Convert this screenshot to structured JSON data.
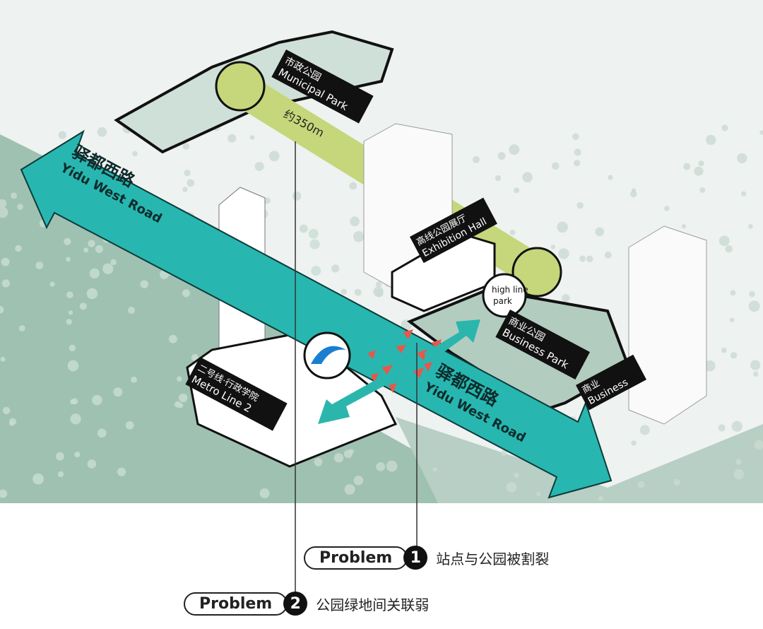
{
  "colors": {
    "road": "#27b7b0",
    "park_line": "#c5d77a",
    "forest": "#9dbfb0",
    "city": "#e9efec",
    "problem_red": "#e8574a"
  },
  "labels": {
    "municipal_park_cn": "市政公园",
    "municipal_park_en": "Municipal Park",
    "distance": "约350m",
    "road_cn": "驿都西路",
    "road_en": "Yidu West Road",
    "exhibition_cn": "高线公园展厅",
    "exhibition_en": "Exhibition Hall",
    "logo_line1": "high line",
    "logo_line2": "park",
    "business_park_cn": "商业公园",
    "business_park_en": "Business Park",
    "business_cn": "商业",
    "business_en": "Business",
    "metro_cn": "二号线·行政学院",
    "metro_en": "Metro Line 2"
  },
  "problems": [
    {
      "label": "Problem",
      "number": "1",
      "text": "站点与公园被割裂"
    },
    {
      "label": "Problem",
      "number": "2",
      "text": "公园绿地间关联弱"
    }
  ]
}
